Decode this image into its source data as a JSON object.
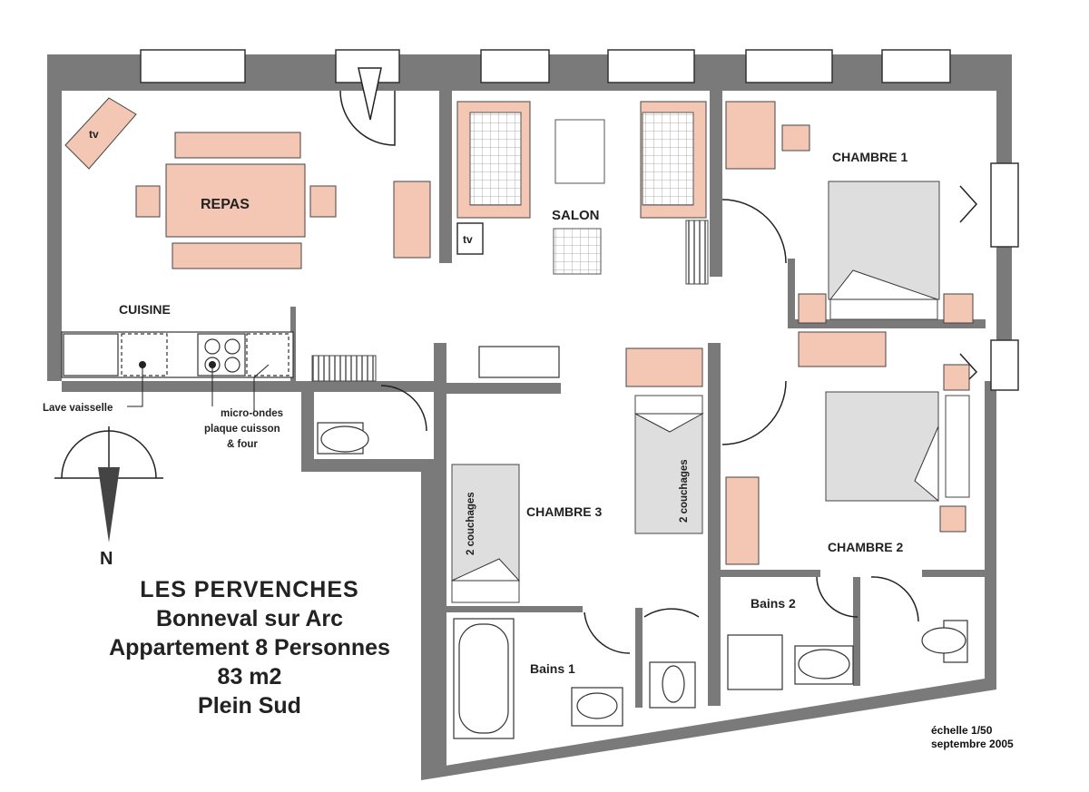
{
  "rooms": {
    "repas": "REPAS",
    "salon": "SALON",
    "cuisine": "CUISINE",
    "chambre1": "CHAMBRE 1",
    "chambre2": "CHAMBRE 2",
    "chambre3": "CHAMBRE 3",
    "bains1": "Bains 1",
    "bains2": "Bains 2"
  },
  "fixtures": {
    "tv": "tv",
    "lave_vaisselle": "Lave vaisselle",
    "micro_ondes": "micro-ondes",
    "plaque_cuisson": "plaque cuisson",
    "four": "& four",
    "couchages_a": "2 couchages",
    "couchages_b": "2 couchages"
  },
  "compass": {
    "north": "N"
  },
  "title": {
    "line1": "LES PERVENCHES",
    "line2": "Bonneval sur Arc",
    "line3": "Appartement 8 Personnes",
    "line4": "83 m2",
    "line5": "Plein Sud"
  },
  "meta": {
    "scale": "échelle 1/50",
    "date": "septembre 2005"
  },
  "colors": {
    "furniture": "#f3c7b4",
    "wall": "#7a7a7a",
    "bed": "#dedede"
  }
}
